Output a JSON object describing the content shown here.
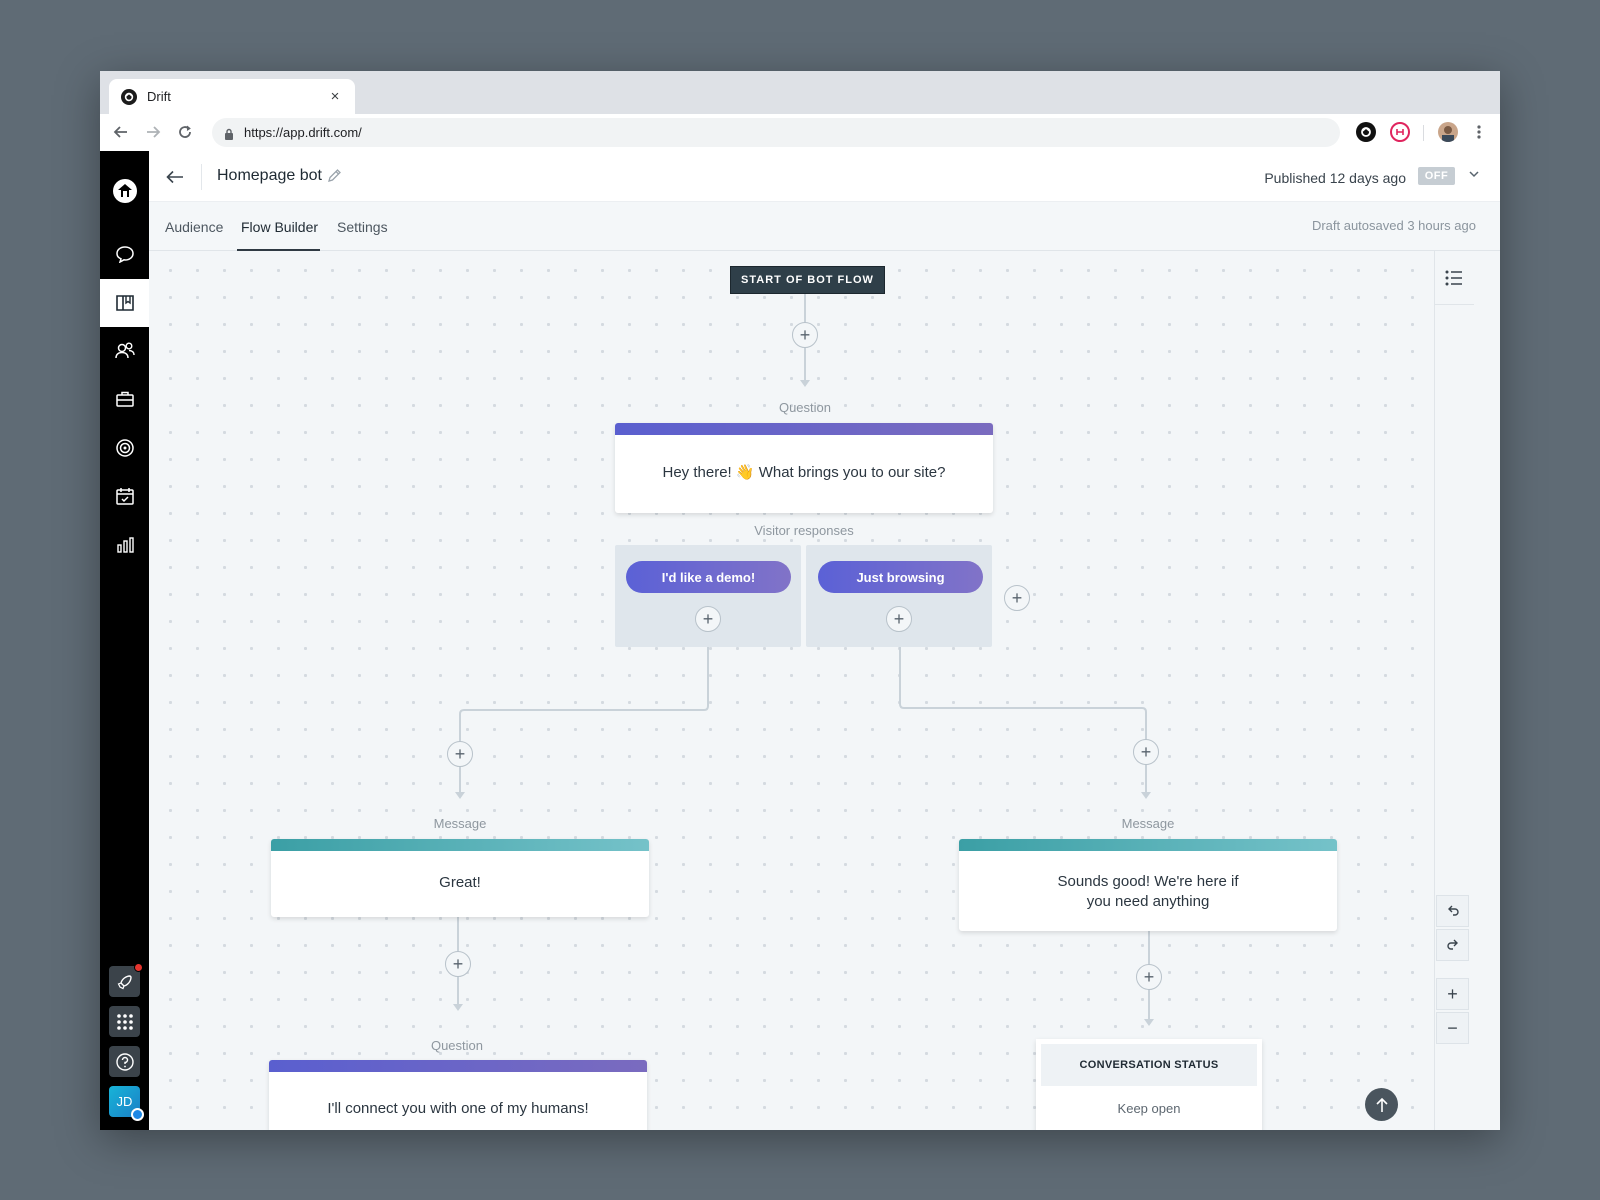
{
  "browser": {
    "tab_title": "Drift",
    "tab_close": "×",
    "url": "https://app.drift.com/"
  },
  "header": {
    "bot_name": "Homepage bot",
    "published": "Published 12 days ago",
    "status_badge": "OFF"
  },
  "subnav": {
    "tabs": [
      {
        "label": "Audience"
      },
      {
        "label": "Flow Builder",
        "active": true
      },
      {
        "label": "Settings"
      }
    ],
    "autosave": "Draft autosaved 3 hours ago"
  },
  "sidebar": {
    "items": [
      "chat-icon",
      "playbooks-icon",
      "contacts-icon",
      "accounts-icon",
      "target-icon",
      "calendar-icon",
      "reports-icon"
    ],
    "active": "playbooks-icon",
    "avatar_initials": "JD"
  },
  "flow": {
    "start_label": "START OF BOT FLOW",
    "question_label": "Question",
    "question_text": "Hey there! 👋 What brings you to our site?",
    "visitor_responses_label": "Visitor responses",
    "responses": [
      "I'd like a demo!",
      "Just browsing"
    ],
    "message_label": "Message",
    "left_message_text": "Great!",
    "right_message_text": "Sounds good! We're here if you need anything",
    "left_question_label": "Question",
    "left_question_text": "I'll connect you with one of my humans!",
    "status_title": "CONVERSATION STATUS",
    "status_value": "Keep open"
  },
  "controls": {
    "zoom_in": "+",
    "zoom_out": "−"
  },
  "colors": {
    "question_bar": "#5a5fcf",
    "message_bar": "#3b9fa5",
    "sidebar_bg": "#000000",
    "canvas_bg": "#f3f6f8"
  }
}
